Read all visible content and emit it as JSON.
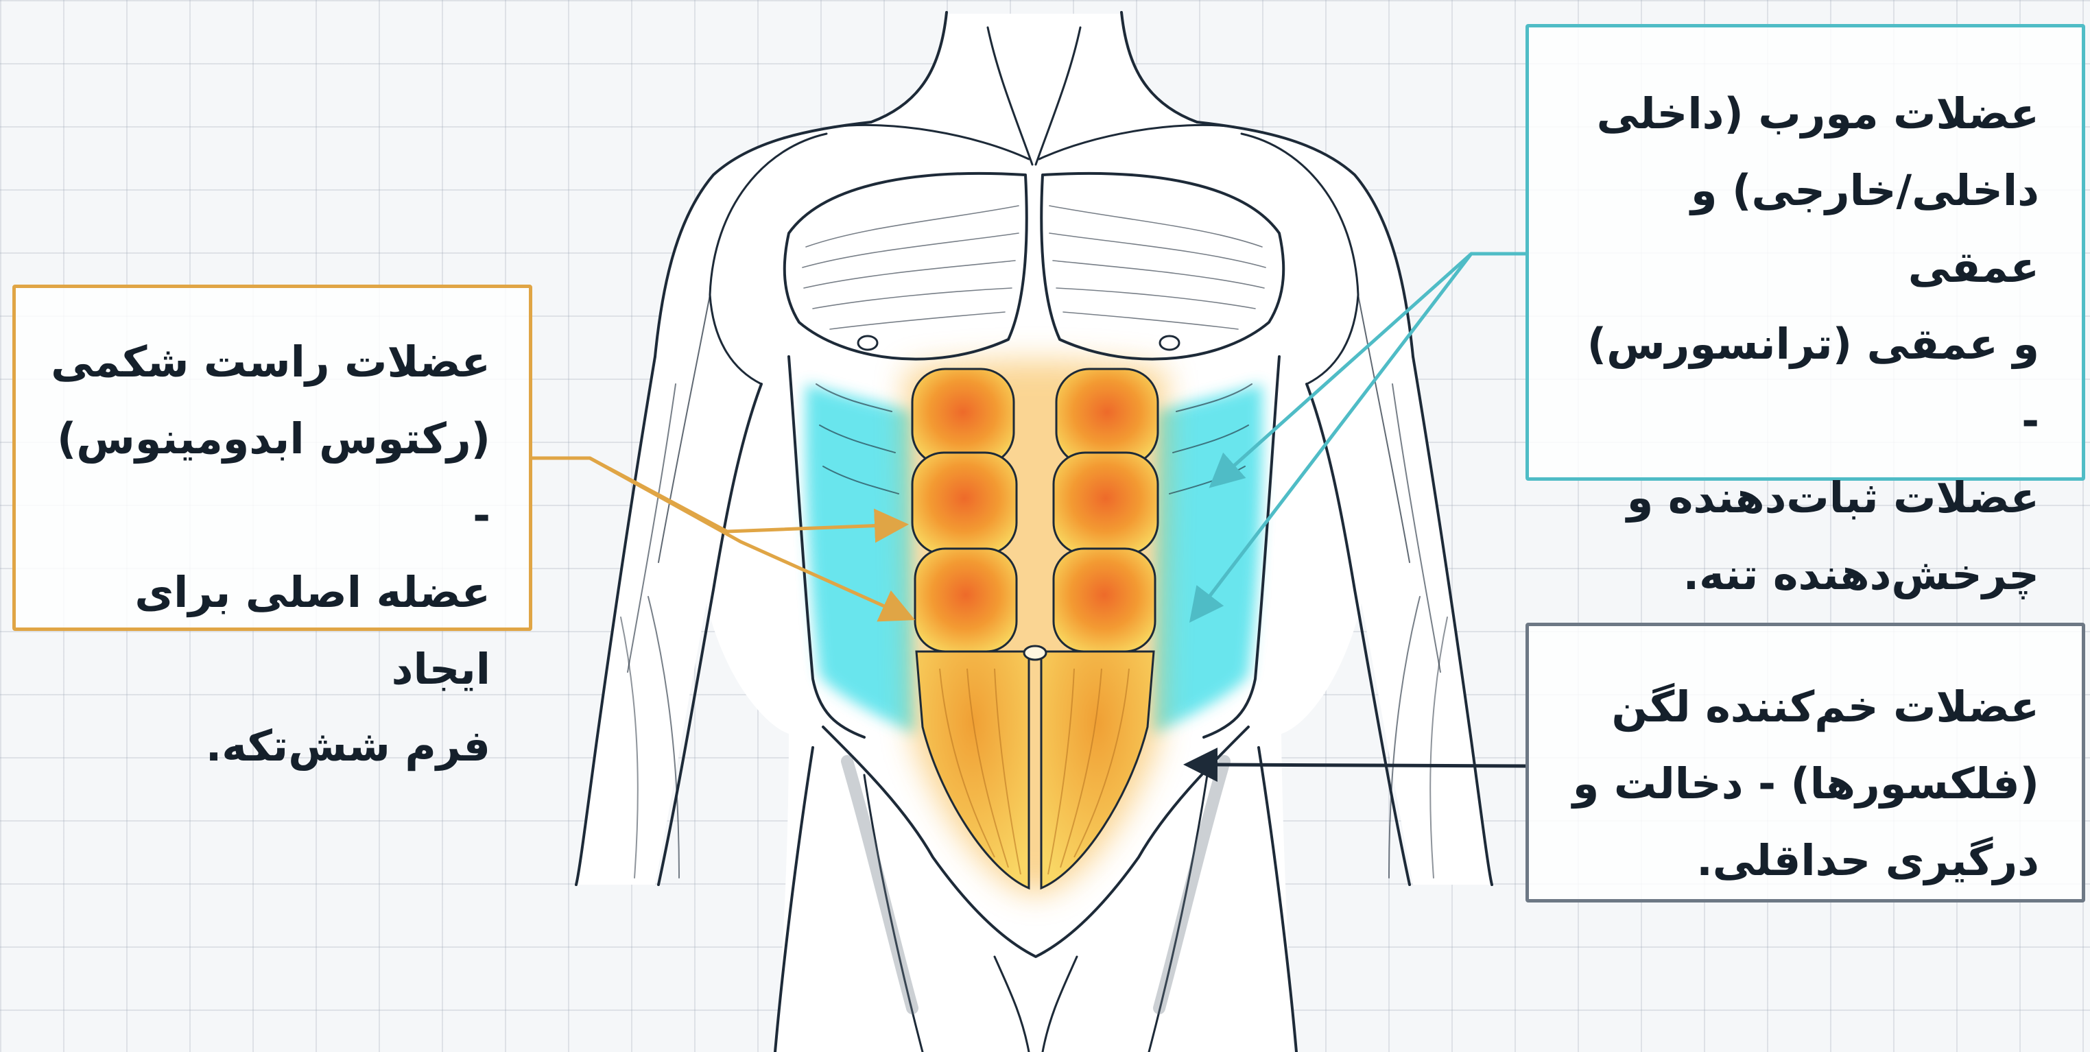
{
  "labels": {
    "rectus": "عضلات راست شکمی\n(رکتوس ابدومینوس) -\nعضله اصلی برای ایجاد\nفرم شش‌تکه.",
    "oblique": "عضلات مورب (داخلی\nداخلی/خارجی) و عمقی\nو عمقی (ترانسورس) -\nعضلات ثبات‌دهنده و\nچرخش‌دهنده تنه.",
    "flexor": "عضلات خم‌کننده لگن\n(فلکسورها) - دخالت و\nدرگیری حداقلی."
  },
  "colors": {
    "rectus": "#e0a545",
    "oblique": "#4fbcc6",
    "flexor": "#6d7885",
    "line_art": "#1d2a38",
    "abs_core": "#f08a2a",
    "abs_edge": "#f7cf58",
    "side_glow": "#37dde8",
    "grid": "#aab2bd"
  }
}
